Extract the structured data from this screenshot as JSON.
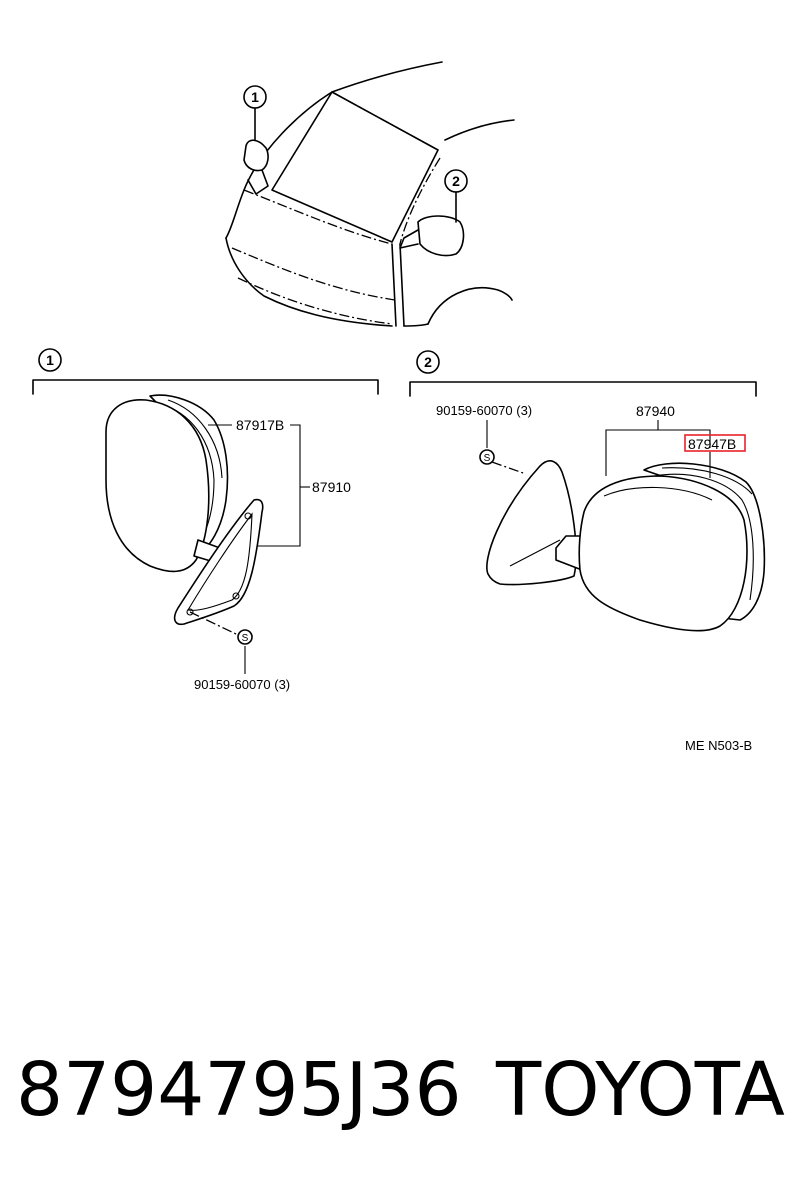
{
  "diagram": {
    "callouts": {
      "top_1": "1",
      "top_2": "2",
      "section_1": "1",
      "section_2": "2"
    },
    "section_1_labels": {
      "pad_part": "87917B",
      "assembly_part": "87910",
      "screw_part": "90159-60070 (3)",
      "screw_symbol": "S"
    },
    "section_2_labels": {
      "screw_part": "90159-60070 (3)",
      "assembly_part": "87940",
      "pad_part": "87947B",
      "screw_symbol": "S"
    },
    "figure_code": "ME  N503-B",
    "highlight_color": "#e8222a"
  },
  "caption": {
    "part_number": "8794795J36",
    "brand": "TOYOTA"
  }
}
